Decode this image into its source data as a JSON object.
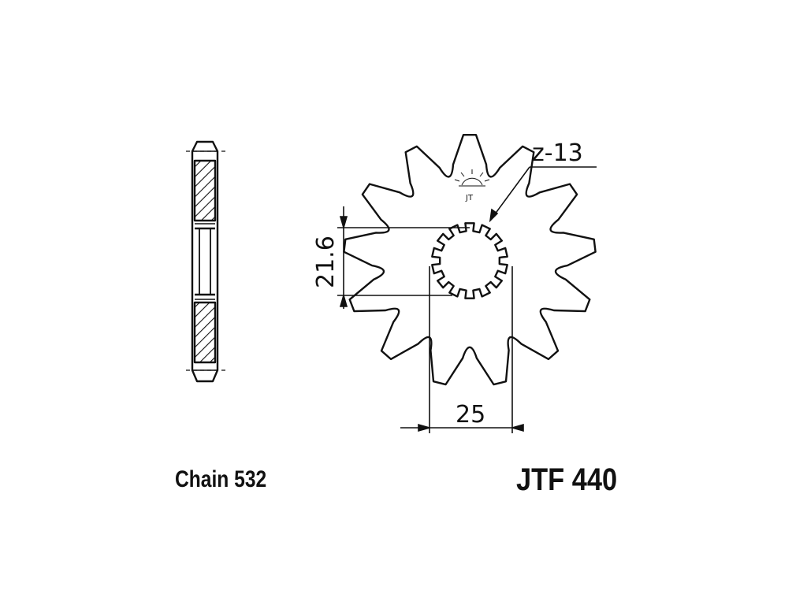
{
  "drawing": {
    "teeth_label": "z-13",
    "bore_height_label": "21.6",
    "spline_width_label": "25",
    "manufacturer_mark": "JT"
  },
  "captions": {
    "chain": "Chain 532",
    "part_number": "JTF 440"
  },
  "sprocket": {
    "outer_teeth": 13,
    "spline_teeth": 14
  },
  "colors": {
    "ink": "#111111",
    "paper": "#ffffff"
  }
}
